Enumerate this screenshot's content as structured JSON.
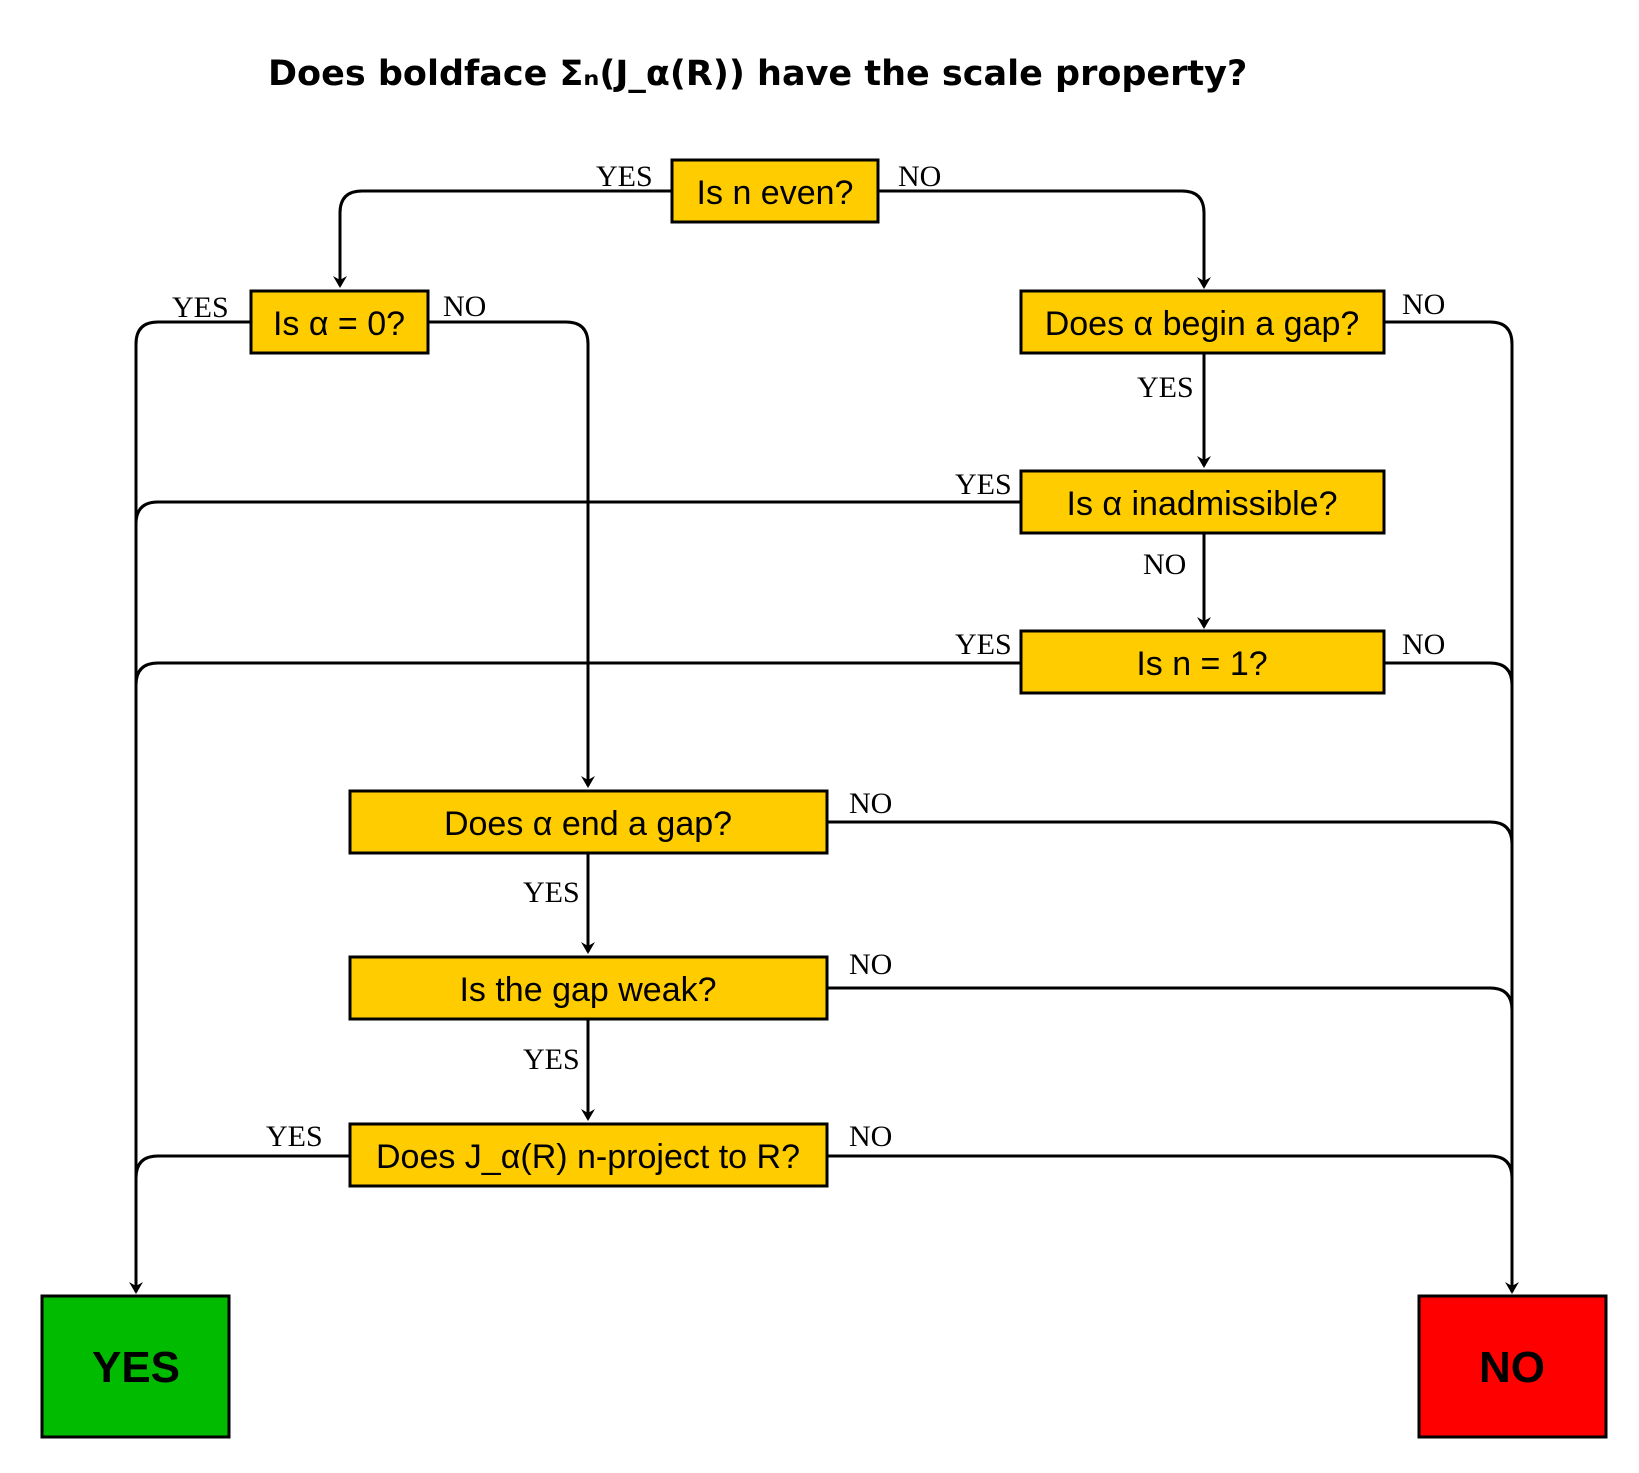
{
  "title": "Does boldface Σₙ(J_α(R)) have the scale property?",
  "colors": {
    "question_fill": "#ffcc00",
    "yes_fill": "#00bb00",
    "no_fill": "#ff0000",
    "line": "#000000"
  },
  "questions": {
    "n_even": "Is n even?",
    "alpha_zero": "Is α = 0?",
    "begin_gap": "Does α begin a gap?",
    "inadmissible": "Is α inadmissible?",
    "n_one": "Is n = 1?",
    "end_gap": "Does α end a gap?",
    "gap_weak": "Is the gap weak?",
    "n_project": "Does J_α(R) n-project to R?"
  },
  "terminals": {
    "yes": "YES",
    "no": "NO"
  },
  "edge_labels": {
    "n_even_yes": "YES",
    "n_even_no": "NO",
    "alpha_zero_yes": "YES",
    "alpha_zero_no": "NO",
    "begin_gap_yes": "YES",
    "begin_gap_no": "NO",
    "inadmissible_yes": "YES",
    "inadmissible_no": "NO",
    "n_one_yes": "YES",
    "n_one_no": "NO",
    "end_gap_yes": "YES",
    "end_gap_no": "NO",
    "gap_weak_yes": "YES",
    "gap_weak_no": "NO",
    "n_project_yes": "YES",
    "n_project_no": "NO"
  }
}
